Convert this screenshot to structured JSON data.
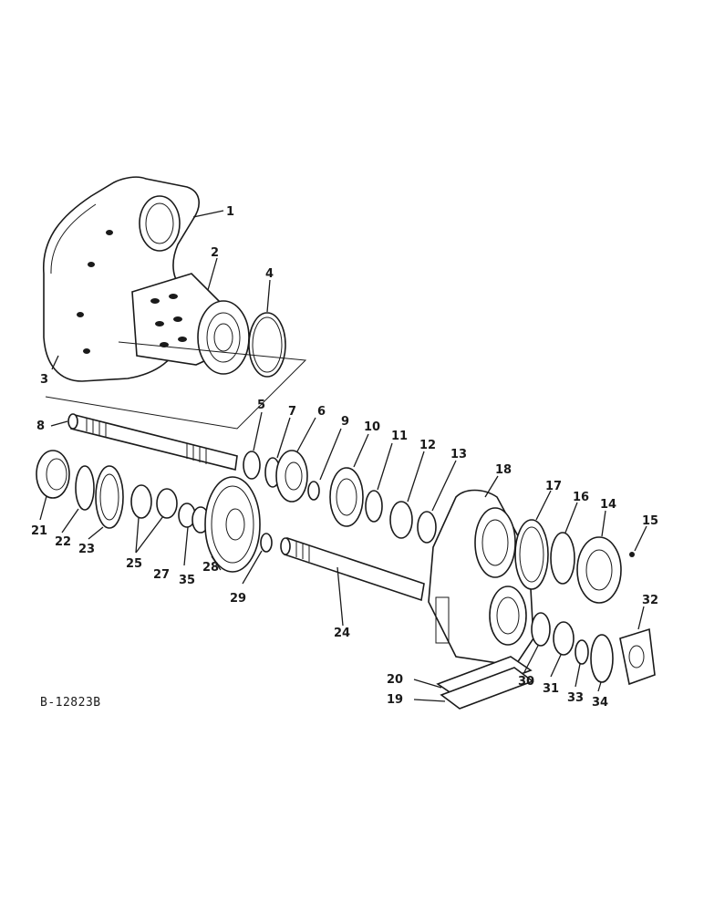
{
  "diagram": {
    "drawing_code": "B-12823B",
    "callouts": [
      {
        "label": "1"
      },
      {
        "label": "2"
      },
      {
        "label": "3"
      },
      {
        "label": "4"
      },
      {
        "label": "5"
      },
      {
        "label": "6"
      },
      {
        "label": "7"
      },
      {
        "label": "8"
      },
      {
        "label": "9"
      },
      {
        "label": "10"
      },
      {
        "label": "11"
      },
      {
        "label": "12"
      },
      {
        "label": "13"
      },
      {
        "label": "14"
      },
      {
        "label": "15"
      },
      {
        "label": "16"
      },
      {
        "label": "17"
      },
      {
        "label": "18"
      },
      {
        "label": "19"
      },
      {
        "label": "20"
      },
      {
        "label": "21"
      },
      {
        "label": "22"
      },
      {
        "label": "23"
      },
      {
        "label": "24"
      },
      {
        "label": "25"
      },
      {
        "label": "27"
      },
      {
        "label": "28"
      },
      {
        "label": "29"
      },
      {
        "label": "30"
      },
      {
        "label": "31"
      },
      {
        "label": "32"
      },
      {
        "label": "33"
      },
      {
        "label": "34"
      },
      {
        "label": "35"
      }
    ]
  }
}
